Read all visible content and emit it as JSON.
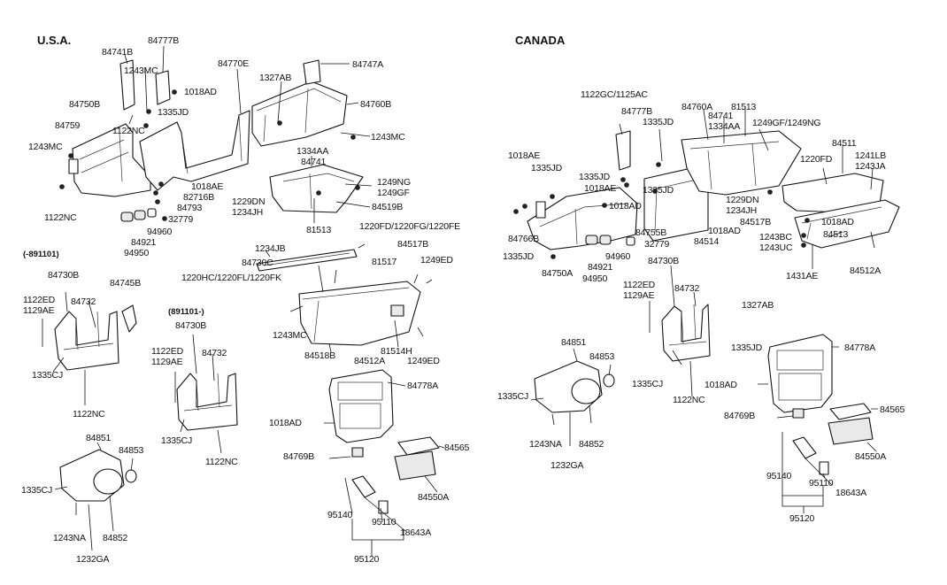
{
  "regions": {
    "usa": "U.S.A.",
    "canada": "CANADA"
  },
  "dates": {
    "before": "(-891101)",
    "after": "(891101-)"
  },
  "usa": {
    "l84741B": "84741B",
    "l84777B": "84777B",
    "l1243MC_a": "1243MC",
    "l1018AD_a": "1018AD",
    "l84750B": "84750B",
    "l1335JD_a": "1335JD",
    "l84759": "84759",
    "l1122NC_a": "1122NC",
    "l1243MC_b": "1243MC",
    "l1122NC_b": "1122NC",
    "l1018AE": "1018AE",
    "l82716B": "82716B",
    "l84793": "84793",
    "l32779": "32779",
    "l94960": "94960",
    "l84921": "84921",
    "l94950": "94950",
    "l84770E": "84770E",
    "l84747A": "84747A",
    "l1327AB": "1327AB",
    "l84760B": "84760B",
    "l1243MC_c": "1243MC",
    "l1334AA": "1334AA",
    "l84741": "84741",
    "l1249NG": "1249NG",
    "l1249GF": "1249GF",
    "l1229DN": "1229DN",
    "l1234JH": "1234JH",
    "l84519B": "84519B",
    "l81513": "81513",
    "l1220FD": "1220FD/1220FG/1220FE",
    "l1234JB": "1234JB",
    "l84517B": "84517B",
    "l84730C": "84730C",
    "l81517": "81517",
    "l1249ED_a": "1249ED",
    "l1220HC": "1220HC/1220FL/1220FK",
    "l1243MC_d": "1243MC",
    "l84518B": "84518B",
    "l84512A": "84512A",
    "l81514H": "81514H",
    "l1249ED_b": "1249ED",
    "l84730B_a": "84730B",
    "l1122ED_a": "1122ED",
    "l1129AE_a": "1129AE",
    "l84732_a": "84732",
    "l84745B": "84745B",
    "l1335CJ_a": "1335CJ",
    "l1122NC_c": "1122NC",
    "l84730B_b": "84730B",
    "l1122ED_b": "1122ED",
    "l1129AE_b": "1129AE",
    "l84732_b": "84732",
    "l1335CJ_b": "1335CJ",
    "l1122NC_d": "1122NC",
    "l84778A": "84778A",
    "l1018AD_b": "1018AD",
    "l84769B": "84769B",
    "l84565": "84565",
    "l84550A": "84550A",
    "l95140": "95140",
    "l95110": "95110",
    "l18643A": "18643A",
    "l95120": "95120",
    "l84851": "84851",
    "l84853": "84853",
    "l1335CJ_c": "1335CJ",
    "l1243NA": "1243NA",
    "l84852": "84852",
    "l1232GA": "1232GA"
  },
  "canada": {
    "l1122GC": "1122GC/1125AC",
    "l84777B": "84777B",
    "l1335JD_a": "1335JD",
    "l84760A": "84760A",
    "l84741": "84741",
    "l81513": "81513",
    "l1334AA": "1334AA",
    "l1249GF": "1249GF/1249NG",
    "l1018AE_a": "1018AE",
    "l1335JD_b": "1335JD",
    "l1335JD_c": "1335JD",
    "l1018AE_b": "1018AE",
    "l1335JD_d": "1335JD",
    "l1018AD_a": "1018AD",
    "l84511": "84511",
    "l1220FD": "1220FD",
    "l1241LB": "1241LB",
    "l1243JA": "1243JA",
    "l1229DN": "1229DN",
    "l1234JH": "1234JH",
    "l84517B": "84517B",
    "l1018AD_b": "1018AD",
    "l84766B": "84766B",
    "l84755B": "84755B",
    "l32779": "32779",
    "l84514": "84514",
    "l1018AD_c": "1018AD",
    "l1243BC": "1243BC",
    "l84513": "84513",
    "l1243UC": "1243UC",
    "l1335JD_e": "1335JD",
    "l84921": "84921",
    "l94960": "94960",
    "l84750A": "84750A",
    "l94950": "94950",
    "l84730B": "84730B",
    "l1431AE": "1431AE",
    "l84512A": "84512A",
    "l1122ED": "1122ED",
    "l84732": "84732",
    "l1129AE": "1129AE",
    "l1327AB": "1327AB",
    "l1335JD_f": "1335JD",
    "l84778A": "84778A",
    "l1335CJ_a": "1335CJ",
    "l1018AD_d": "1018AD",
    "l1122NC": "1122NC",
    "l84851": "84851",
    "l84853": "84853",
    "l1335CJ_b": "1335CJ",
    "l1243NA": "1243NA",
    "l84852": "84852",
    "l1232GA": "1232GA",
    "l84769B": "84769B",
    "l84565": "84565",
    "l84550A": "84550A",
    "l95140": "95140",
    "l95110": "95110",
    "l18643A": "18643A",
    "l95120": "95120"
  }
}
